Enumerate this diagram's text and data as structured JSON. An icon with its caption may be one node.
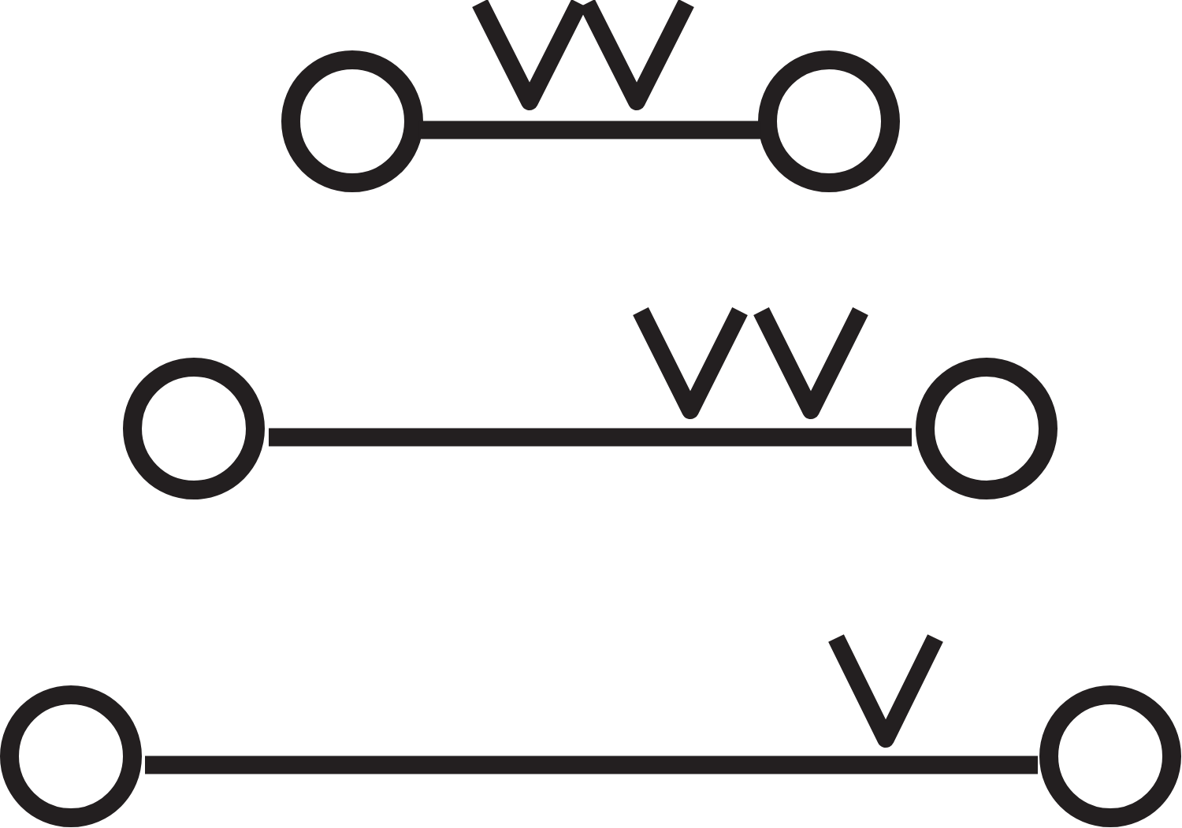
{
  "diagram": {
    "nodes": [
      {
        "text": [],
        "shape": "circle"
      },
      {
        "text": [],
        "shape": "circle"
      },
      {
        "text": [],
        "shape": "circle"
      },
      {
        "text": [],
        "shape": "circle"
      },
      {
        "text": [],
        "shape": "circle"
      },
      {
        "text": [],
        "shape": "circle"
      }
    ],
    "edges": [
      {
        "from": 0,
        "to": 1,
        "arrow": "none"
      },
      {
        "from": 2,
        "to": 3,
        "arrow": "none"
      },
      {
        "from": 4,
        "to": 5,
        "arrow": "none"
      }
    ]
  }
}
